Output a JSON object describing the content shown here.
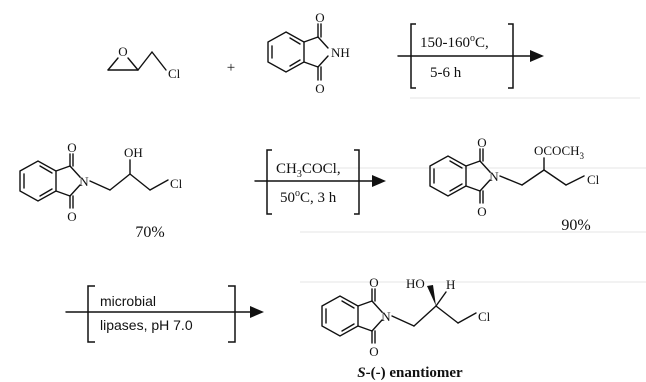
{
  "scheme": {
    "atoms": {
      "cl": "Cl",
      "nh": "NH",
      "n": "N",
      "o": "O",
      "oh": "OH",
      "ho": "HO",
      "h": "H",
      "ococh3": "OCOCH",
      "ococh3_sub": "3"
    },
    "plus": "+",
    "step1": {
      "line1": "150-160",
      "line1_sup": "o",
      "line1_end": "C,",
      "line2": "5-6 h"
    },
    "step2": {
      "line1": "CH",
      "line1_sub": "3",
      "line1_end": "COCl,",
      "line2": "50",
      "line2_sup": "o",
      "line2_end": "C, 3 h"
    },
    "step3": {
      "line1": "microbial",
      "line2": "lipases, pH 7.0"
    },
    "yield_alcohol": "70%",
    "yield_acetate": "90%",
    "product_label": {
      "prefix": "S",
      "suffix": "-(-) enantiomer"
    }
  }
}
